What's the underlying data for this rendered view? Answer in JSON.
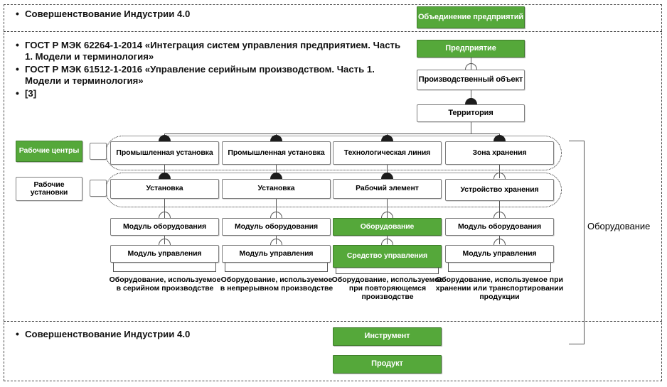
{
  "sections": {
    "top_banner": {
      "bullet": "Совершенствование Индустрии 4.0"
    },
    "standards": {
      "items": [
        "ГОСТ Р МЭК 62264-1-2014 «Интеграция систем управления предприятием. Часть 1. Модели и терминология»",
        "ГОСТ Р МЭК 61512-1-2016 «Управление серийным производством. Часть 1. Модели и терминология»",
        "[3]"
      ]
    },
    "bottom_banner": {
      "bullet": "Совершенствование Индустрии 4.0"
    }
  },
  "left_labels": {
    "work_centers": "Рабочие центры",
    "work_units": "Рабочие установки"
  },
  "spine": {
    "enterprise_group": "Объединение предприятий",
    "enterprise": "Предприятие",
    "site": "Производственный объект",
    "area": "Территория"
  },
  "columns": [
    {
      "work_center": "Промышленная установка",
      "work_unit": "Установка",
      "equipment_module": "Модуль оборудования",
      "control_module": "Модуль управления",
      "caption": "Оборудование, используемое в серийном производстве",
      "em_green": false,
      "cm_green": false
    },
    {
      "work_center": "Промышленная установка",
      "work_unit": "Установка",
      "equipment_module": "Модуль оборудования",
      "control_module": "Модуль управления",
      "caption": "Оборудование, используемое в непрерывном производстве",
      "em_green": false,
      "cm_green": false
    },
    {
      "work_center": "Технологическая линия",
      "work_unit": "Рабочий элемент",
      "equipment_module": "Оборудование",
      "control_module": "Средство управления",
      "caption": "Оборудование, используемое при повторяющемся производстве",
      "em_green": true,
      "cm_green": true
    },
    {
      "work_center": "Зона хранения",
      "work_unit": "Устройство хранения",
      "equipment_module": "Модуль оборудования",
      "control_module": "Модуль управления",
      "caption": "Оборудование, используемое при хранении или транспортировании продукции",
      "em_green": false,
      "cm_green": false
    }
  ],
  "right_bracket_label": "Оборудование",
  "outputs": {
    "tool": "Инструмент",
    "product": "Продукт"
  },
  "colors": {
    "green_fill": "#55a83a",
    "green_border": "#3f7d2b",
    "box_border": "#7e7e7e",
    "line": "#555555",
    "frame_dash": "#4a4a4a",
    "text": "#111111",
    "green_text": "#ffffff"
  }
}
